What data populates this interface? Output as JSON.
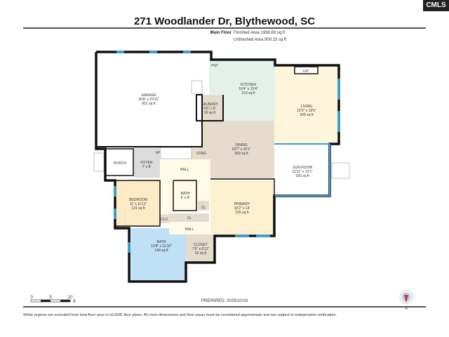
{
  "header": {
    "title": "271 Woodlander Dr, Blythewood, SC",
    "logo": "CMLS",
    "floor": "Main Floor",
    "finished": "Finished Area 1938.69 sq ft",
    "unfinished": "Unfinished Area 900.23 sq ft"
  },
  "rooms": [
    {
      "name": "GARAGE",
      "dims": "26'8\" x 23'11\"",
      "area": "651 sq ft",
      "color": "#ffffff"
    },
    {
      "name": "KITCHEN",
      "dims": "16'4\" x 15'4\"",
      "area": "219 sq ft",
      "color": "#e3f1ea"
    },
    {
      "name": "LAUNDRY",
      "dims": "6'6\" x 6'",
      "area": "39 sq ft",
      "color": "#e6dccd"
    },
    {
      "name": "LIVING",
      "dims": "16'3\" x 19'5\"",
      "area": "308 sq ft",
      "color": "#fdf5dc"
    },
    {
      "name": "DINING",
      "dims": "18'7\" x 15'1\"",
      "area": "259 sq ft",
      "color": "#e6dccd"
    },
    {
      "name": "SUN ROOM",
      "dims": "13'11\" x 13'1\"",
      "area": "180 sq ft",
      "color": "#ffffff"
    },
    {
      "name": "BEDROOM",
      "dims": "11' x 11'11\"",
      "area": "131 sq ft",
      "color": "#fcebc4"
    },
    {
      "name": "BATH",
      "dims": "6' x 8'",
      "area": "",
      "color": "#bfe0f5"
    },
    {
      "name": "PRIMARY",
      "dims": "16'2\" x 14'",
      "area": "226 sq ft",
      "color": "#fcf0cf"
    },
    {
      "name": "BATH",
      "dims": "13'8\" x 11'10\"",
      "area": "148 sq ft",
      "color": "#bfe0f5"
    },
    {
      "name": "CLOSET",
      "dims": "7'6\" x 6'11\"",
      "area": "52 sq ft",
      "color": "#e6dccd"
    },
    {
      "name": "FOYER",
      "dims": "7' x 8'",
      "area": "",
      "color": "#dcdcdc"
    }
  ],
  "labels": {
    "pnt": "PNT",
    "fp": "F/P",
    "porch": "PORCH",
    "up": "UP",
    "strg": "STRG",
    "hall": "HALL",
    "cl": "CL",
    "clo": "CLO",
    "hall2": "HALL",
    "cl2": "CL"
  },
  "scale": {
    "t0": "0",
    "t5": "5",
    "t10": "10",
    "unit": "ft"
  },
  "compass": "N",
  "footer": {
    "prepared": "PREPARED: 2025/10/18",
    "disclaimer": "White regions are excluded from total floor area in iGUIDE floor plans. All room dimensions and floor areas must be considered approximate and are subject to independent verification."
  },
  "colors": {
    "wall": "#111111",
    "window": "#3a9fd0"
  }
}
